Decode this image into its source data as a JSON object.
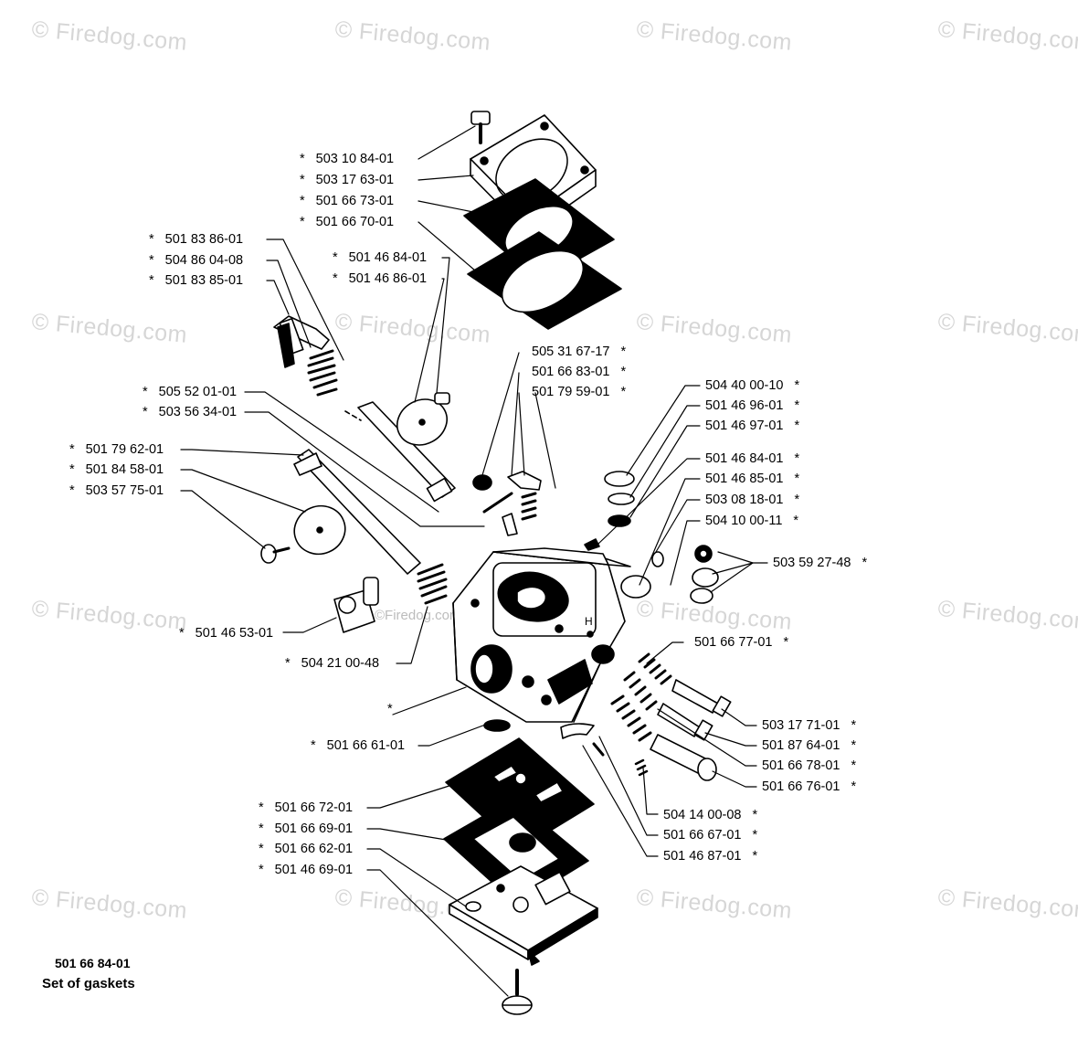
{
  "watermark": "© Firedog.com",
  "star": "*",
  "kit": {
    "part_no": "501 66 84-01",
    "caption": "Set of gaskets"
  },
  "labels": {
    "l_503108401": "503 10 84-01",
    "l_503176301": "503 17 63-01",
    "l_501667301": "501 66 73-01",
    "l_501667001": "501 66 70-01",
    "l_501838601": "501 83 86-01",
    "l_504860408": "504 86 04-08",
    "l_501838501": "501 83 85-01",
    "l_501468401a": "501 46 84-01",
    "l_501468601": "501 46 86-01",
    "l_505316717": "505 31 67-17",
    "l_501668301": "501 66 83-01",
    "l_501795901": "501 79 59-01",
    "l_505520101": "505 52 01-01",
    "l_503563401": "503 56 34-01",
    "l_504400010": "504 40 00-10",
    "l_501469601": "501 46 96-01",
    "l_501469701": "501 46 97-01",
    "l_501468401b": "501 46 84-01",
    "l_501468501": "501 46 85-01",
    "l_503081801": "503 08 18-01",
    "l_504100011": "504 10 00-11",
    "l_501796201": "501 79 62-01",
    "l_501845801": "501 84 58-01",
    "l_503577501": "503 57 75-01",
    "l_503592748": "503 59 27-48",
    "l_501465301": "501 46 53-01",
    "l_504210048": "504 21 00-48",
    "l_501667701": "501 66 77-01",
    "l_503177101": "503 17 71-01",
    "l_501876401": "501 87 64-01",
    "l_501667801": "501 66 78-01",
    "l_501667601": "501 66 76-01",
    "l_501666101": "501 66 61-01",
    "l_504140008": "504 14 00-08",
    "l_501666701": "501 66 67-01",
    "l_501468701": "501 46 87-01",
    "l_501667201": "501 66 72-01",
    "l_501666901": "501 66 69-01",
    "l_501666201": "501 66 62-01",
    "l_501466901": "501 46 69-01"
  }
}
